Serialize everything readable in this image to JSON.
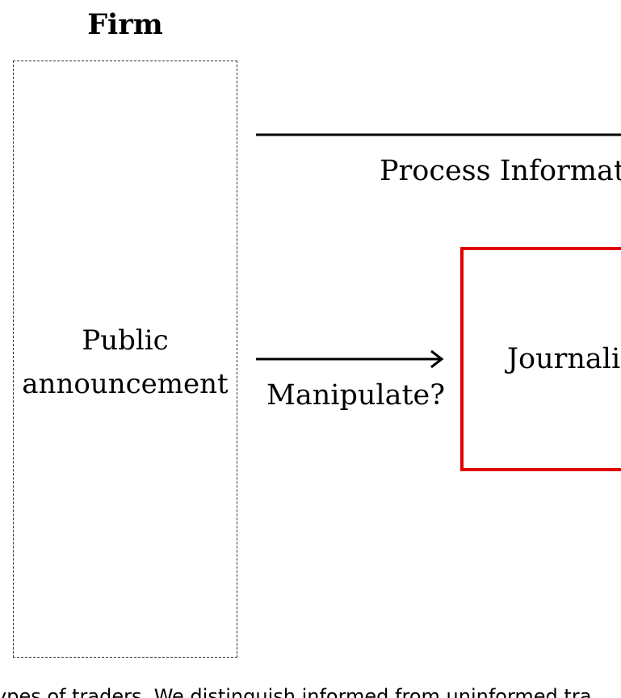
{
  "firm": {
    "title": "Firm",
    "box_label": "Public\nannouncement"
  },
  "arrows": {
    "process_label": "Process Informatio",
    "manipulate_label": "Manipulate?"
  },
  "journalist": {
    "label": "Journalis"
  },
  "caption": "ypes of traders. We distinguish informed from uninformed tra",
  "colors": {
    "journalist_border": "#e00000",
    "line": "#000000"
  }
}
